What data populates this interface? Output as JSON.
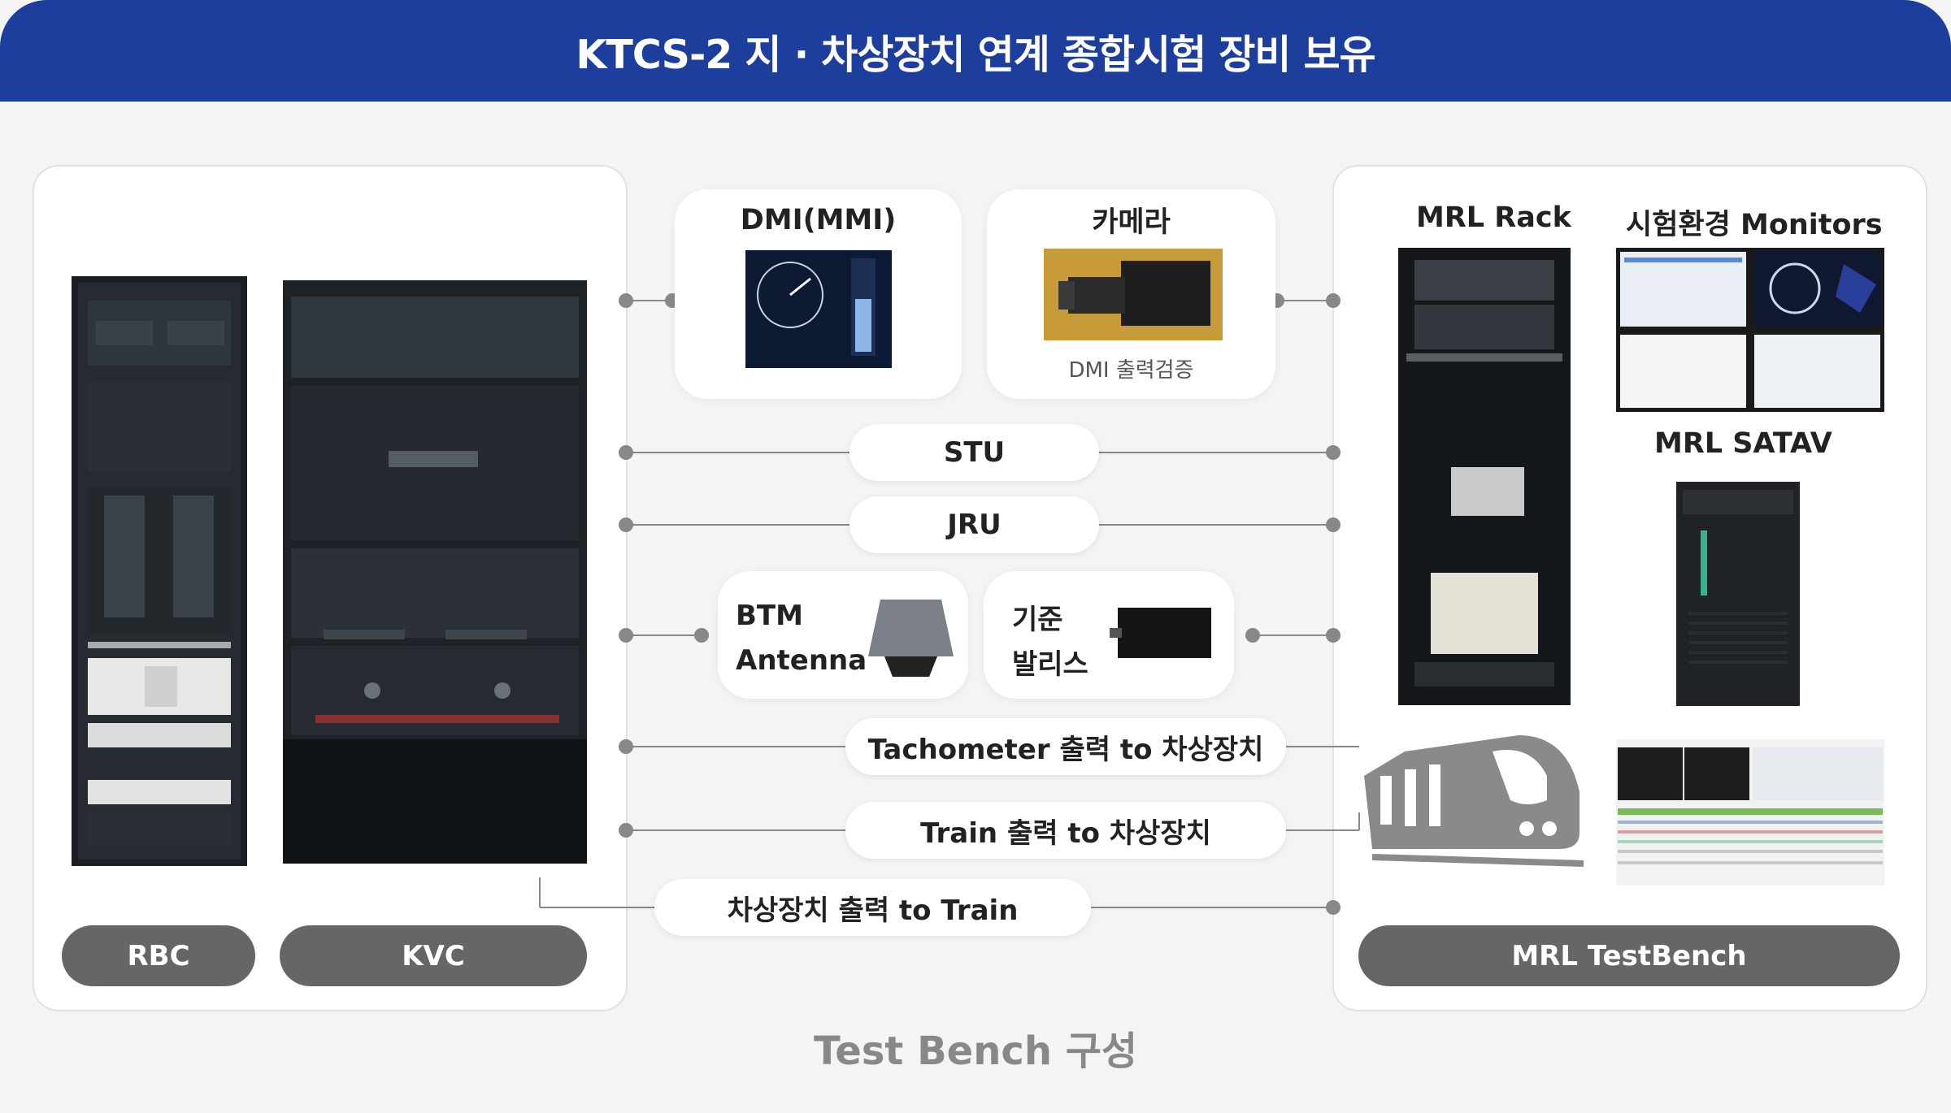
{
  "header": {
    "title": "KTCS-2 지 · 차상장치 연계 종합시험 장비 보유"
  },
  "left_panel": {
    "rbc_label": "RBC",
    "kvc_label": "KVC"
  },
  "center": {
    "dmi_title": "DMI(MMI)",
    "camera_title": "카메라",
    "camera_caption": "DMI 출력검증",
    "stu_label": "STU",
    "jru_label": "JRU",
    "btm_label_line1": "BTM",
    "btm_label_line2": "Antenna",
    "balise_label_line1": "기준",
    "balise_label_line2": "발리스",
    "tacho_label": "Tachometer 출력 to 차상장치",
    "train_out_label": "Train 출력 to 차상장치",
    "onboard_out_label": "차상장치 출력 to Train"
  },
  "right_panel": {
    "mrl_rack_title": "MRL Rack",
    "monitors_title": "시험환경 Monitors",
    "satav_title": "MRL SATAV",
    "testbench_label": "MRL TestBench"
  },
  "footer": {
    "caption": "Test Bench 구성"
  },
  "colors": {
    "header_bg": "#1d3e9c",
    "pill_dark": "#666666",
    "connector": "#888888",
    "train_icon": "#8a8a8a"
  }
}
